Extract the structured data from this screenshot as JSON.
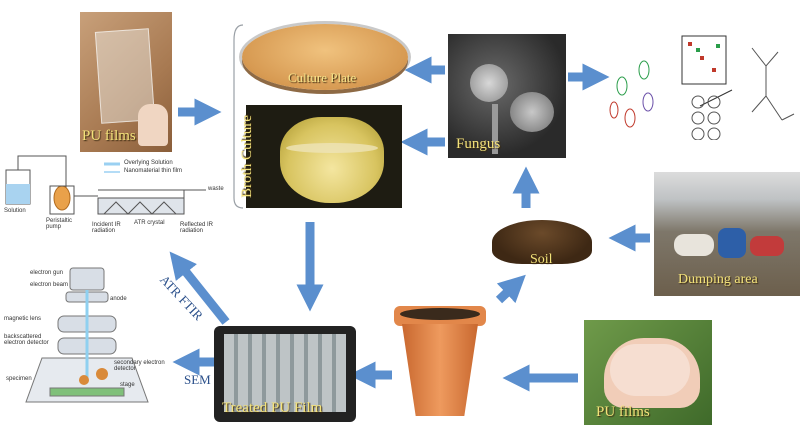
{
  "nodes": {
    "pu_films_top": "PU films",
    "culture_plate": "Culture Plate",
    "broth_culture": "Broth Culture",
    "fungus": "Fungus",
    "soil": "Soil",
    "dumping_area": "Dumping area",
    "pu_films_bottom": "PU films",
    "treated_pu_film": "Treated PU Film"
  },
  "methods": {
    "atr_ftir": "ATR FTIR",
    "sem": "SEM"
  },
  "ftir_schematic": {
    "legend_1": "Overlying Solution",
    "legend_2": "Nanomaterial thin film",
    "waste": "waste",
    "solution": "Solution",
    "pump": "Peristaltic pump",
    "incident": "Incident IR radiation",
    "crystal": "ATR crystal",
    "reflected": "Reflected IR radiation"
  },
  "sem_schematic": {
    "gun": "electron gun",
    "beam": "electron beam",
    "anode": "anode",
    "lens": "magnetic lens",
    "backscattered": "backscattered electron detector",
    "secondary": "secondary electron detector",
    "specimen": "specimen",
    "stage": "stage"
  },
  "colors": {
    "arrow": "#5b8fce",
    "label": "#f3e27a"
  }
}
